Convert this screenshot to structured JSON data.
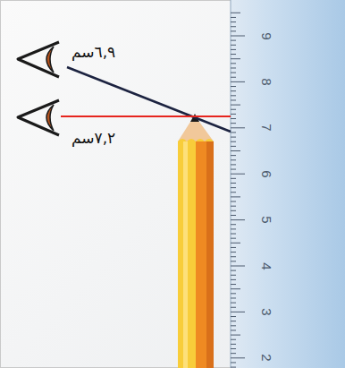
{
  "diagram": {
    "labels": [
      "٦,٩سم",
      "٧,٢سم",
      "9",
      "8",
      "7",
      "6",
      "5",
      "4",
      "3",
      "2"
    ]
  }
}
